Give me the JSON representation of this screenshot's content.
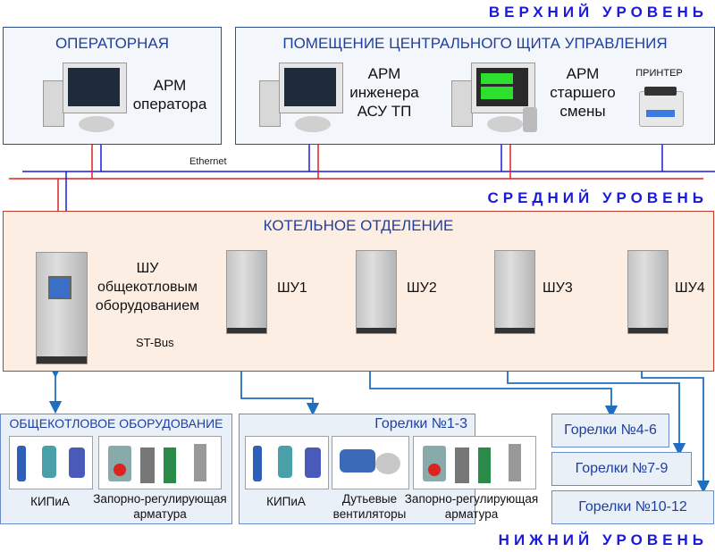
{
  "levels": {
    "top": "ВЕРХНИЙ УРОВЕНЬ",
    "middle": "СРЕДНИЙ УРОВЕНЬ",
    "bottom": "НИЖНИЙ УРОВЕНЬ"
  },
  "operator_room": {
    "title": "ОПЕРАТОРНАЯ",
    "workstation": "АРМ\nоператора"
  },
  "central_room": {
    "title": "ПОМЕЩЕНИЕ ЦЕНТРАЛЬНОГО ЩИТА УПРАВЛЕНИЯ",
    "engineer": "АРМ\nинженера\nАСУ ТП",
    "shift": "АРМ\nстаршего\nсмены",
    "printer": "ПРИНТЕР"
  },
  "network": {
    "ethernet": "Ethernet",
    "stbus": "ST-Bus",
    "colors": {
      "ethernet_blue": "#1a1ae0",
      "ethernet_red": "#e02020",
      "stbus": "#e040e0",
      "signal": "#1f6fc0"
    }
  },
  "boiler_room": {
    "title": "КОТЕЛЬНОЕ ОТДЕЛЕНИЕ",
    "main_cabinet": "ШУ\nобщекотловым\nоборудованием",
    "cabinets": [
      "ШУ1",
      "ШУ2",
      "ШУ3",
      "ШУ4"
    ]
  },
  "field": {
    "common": {
      "title": "ОБЩЕКОТЛОВОЕ ОБОРУДОВАНИЕ",
      "items": [
        "КИПиА",
        "Запорно-регулирующая\nарматура"
      ]
    },
    "burners_1_3": {
      "title": "Горелки №1-3",
      "items": [
        "КИПиА",
        "Дутьевые\nвентиляторы",
        "Запорно-регулирующая\nарматура"
      ]
    },
    "burners": [
      "Горелки №4-6",
      "Горелки №7-9",
      "Горелки №10-12"
    ]
  }
}
